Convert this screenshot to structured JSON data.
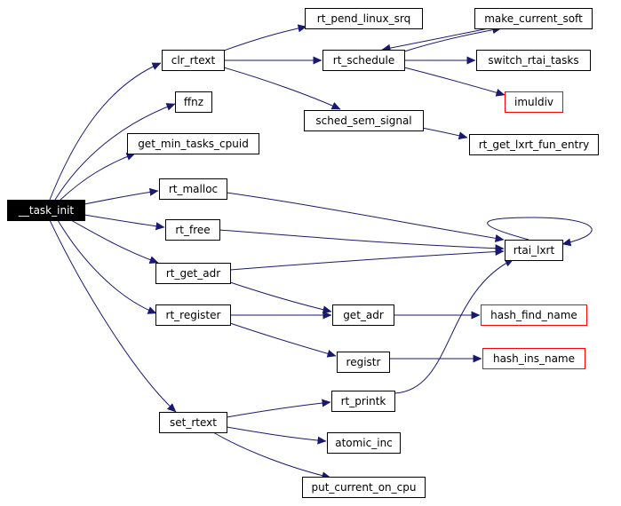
{
  "graph": {
    "colors": {
      "edge": "#191970",
      "node_border": "#000000",
      "node_fill": "#ffffff",
      "external_border": "#ff0000",
      "root_fill": "#000000",
      "root_text": "#ffffff"
    },
    "nodes": [
      {
        "id": "task_init",
        "label": "__task_init",
        "style": "root"
      },
      {
        "id": "clr_rtext",
        "label": "clr_rtext",
        "style": "normal"
      },
      {
        "id": "ffnz",
        "label": "ffnz",
        "style": "normal"
      },
      {
        "id": "get_min_tasks_cpuid",
        "label": "get_min_tasks_cpuid",
        "style": "normal"
      },
      {
        "id": "rt_malloc",
        "label": "rt_malloc",
        "style": "normal"
      },
      {
        "id": "rt_free",
        "label": "rt_free",
        "style": "normal"
      },
      {
        "id": "rt_get_adr",
        "label": "rt_get_adr",
        "style": "normal"
      },
      {
        "id": "rt_register",
        "label": "rt_register",
        "style": "normal"
      },
      {
        "id": "set_rtext",
        "label": "set_rtext",
        "style": "normal"
      },
      {
        "id": "rt_pend_linux_srq",
        "label": "rt_pend_linux_srq",
        "style": "normal"
      },
      {
        "id": "rt_schedule",
        "label": "rt_schedule",
        "style": "normal"
      },
      {
        "id": "sched_sem_signal",
        "label": "sched_sem_signal",
        "style": "normal"
      },
      {
        "id": "make_current_soft",
        "label": "make_current_soft",
        "style": "normal"
      },
      {
        "id": "switch_rtai_tasks",
        "label": "switch_rtai_tasks",
        "style": "normal"
      },
      {
        "id": "imuldiv",
        "label": "imuldiv",
        "style": "external"
      },
      {
        "id": "rt_get_lxrt_fun_entry",
        "label": "rt_get_lxrt_fun_entry",
        "style": "normal"
      },
      {
        "id": "rtai_lxrt",
        "label": "rtai_lxrt",
        "style": "normal"
      },
      {
        "id": "get_adr",
        "label": "get_adr",
        "style": "normal"
      },
      {
        "id": "registr",
        "label": "registr",
        "style": "normal"
      },
      {
        "id": "hash_find_name",
        "label": "hash_find_name",
        "style": "external"
      },
      {
        "id": "hash_ins_name",
        "label": "hash_ins_name",
        "style": "external"
      },
      {
        "id": "rt_printk",
        "label": "rt_printk",
        "style": "normal"
      },
      {
        "id": "atomic_inc",
        "label": "atomic_inc",
        "style": "normal"
      },
      {
        "id": "put_current_on_cpu",
        "label": "put_current_on_cpu",
        "style": "normal"
      }
    ],
    "edges": [
      {
        "from": "task_init",
        "to": "clr_rtext"
      },
      {
        "from": "task_init",
        "to": "ffnz"
      },
      {
        "from": "task_init",
        "to": "get_min_tasks_cpuid"
      },
      {
        "from": "task_init",
        "to": "rt_malloc"
      },
      {
        "from": "task_init",
        "to": "rt_free"
      },
      {
        "from": "task_init",
        "to": "rt_get_adr"
      },
      {
        "from": "task_init",
        "to": "rt_register"
      },
      {
        "from": "task_init",
        "to": "set_rtext"
      },
      {
        "from": "clr_rtext",
        "to": "rt_pend_linux_srq"
      },
      {
        "from": "clr_rtext",
        "to": "rt_schedule"
      },
      {
        "from": "clr_rtext",
        "to": "sched_sem_signal"
      },
      {
        "from": "rt_schedule",
        "to": "make_current_soft"
      },
      {
        "from": "make_current_soft",
        "to": "rt_schedule"
      },
      {
        "from": "rt_schedule",
        "to": "switch_rtai_tasks"
      },
      {
        "from": "rt_schedule",
        "to": "imuldiv"
      },
      {
        "from": "sched_sem_signal",
        "to": "rt_get_lxrt_fun_entry"
      },
      {
        "from": "rt_malloc",
        "to": "rtai_lxrt"
      },
      {
        "from": "rt_free",
        "to": "rtai_lxrt"
      },
      {
        "from": "rt_get_adr",
        "to": "rtai_lxrt"
      },
      {
        "from": "rtai_lxrt",
        "to": "rtai_lxrt"
      },
      {
        "from": "rt_get_adr",
        "to": "get_adr"
      },
      {
        "from": "rt_register",
        "to": "get_adr"
      },
      {
        "from": "rt_register",
        "to": "registr"
      },
      {
        "from": "get_adr",
        "to": "hash_find_name"
      },
      {
        "from": "registr",
        "to": "hash_ins_name"
      },
      {
        "from": "set_rtext",
        "to": "rt_printk"
      },
      {
        "from": "set_rtext",
        "to": "atomic_inc"
      },
      {
        "from": "set_rtext",
        "to": "put_current_on_cpu"
      },
      {
        "from": "rt_printk",
        "to": "rtai_lxrt"
      }
    ]
  }
}
